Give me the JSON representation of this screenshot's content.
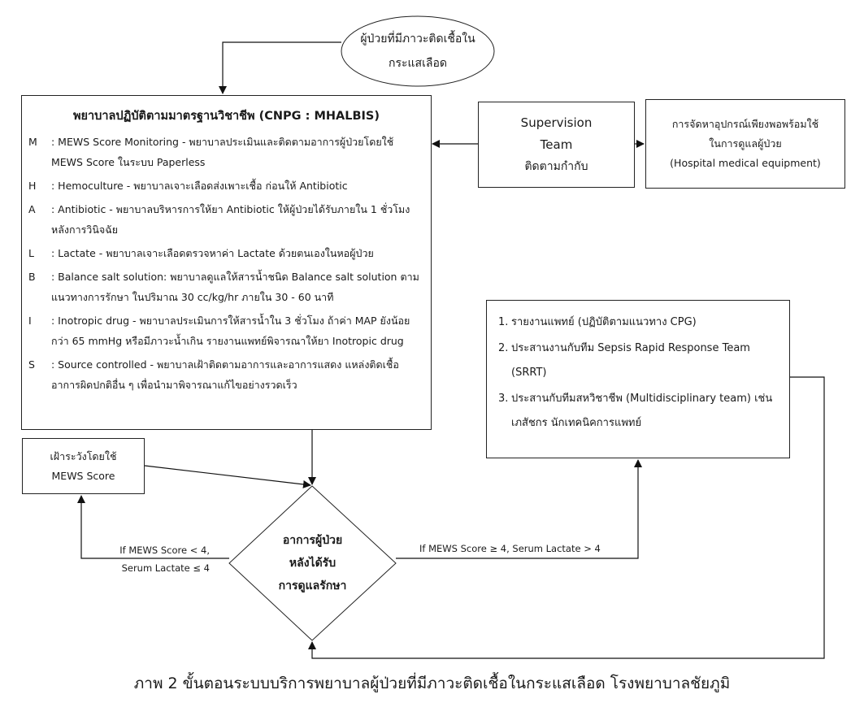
{
  "start": {
    "lines": [
      "ผู้ป่วยที่มีภาวะติดเชื้อใน",
      "กระแสเลือด"
    ]
  },
  "standards": {
    "title": "พยาบาลปฏิบัติตามมาตรฐานวิชาชีพ  (CNPG : MHALBIS)",
    "items": [
      {
        "key": "M",
        "text": ": MEWS Score Monitoring - พยาบาลประเมินและติดตามอาการผู้ป่วยโดยใช้ MEWS Score ในระบบ Paperless"
      },
      {
        "key": "H",
        "text": ": Hemoculture - พยาบาลเจาะเลือดส่งเพาะเชื้อ ก่อนให้ Antibiotic"
      },
      {
        "key": "A",
        "text": ": Antibiotic - พยาบาลบริหารการให้ยา Antibiotic ให้ผู้ป่วยได้รับภายใน 1 ชั่วโมงหลังการวินิจฉัย"
      },
      {
        "key": "L",
        "text": ": Lactate - พยาบาลเจาะเลือดตรวจหาค่า Lactate ด้วยตนเองในหอผู้ป่วย"
      },
      {
        "key": "B",
        "text": ": Balance salt solution: พยาบาลดูแลให้สารน้ำชนิด Balance salt solution ตามแนวทางการรักษา ในปริมาณ 30 cc/kg/hr ภายใน 30 - 60 นาที"
      },
      {
        "key": "I",
        "text": ": Inotropic drug - พยาบาลประเมินการให้สารน้ำใน 3 ชั่วโมง ถ้าค่า MAP ยังน้อยกว่า 65 mmHg หรือมีภาวะน้ำเกิน รายงานแพทย์พิจารณาให้ยา Inotropic drug"
      },
      {
        "key": "S",
        "text": ": Source controlled - พยาบาลเฝ้าติดตามอาการและอาการแสดง แหล่งติดเชื้อ อาการผิดปกติอื่น ๆ เพื่อนำมาพิจารณาแก้ไขอย่างรวดเร็ว"
      }
    ]
  },
  "supervision": {
    "title_line1": "Supervision",
    "title_line2": "Team",
    "subtitle": "ติดตามกำกับ"
  },
  "equipment": {
    "lines": [
      "การจัดหาอุปกรณ์เพียงพอพร้อมใช้",
      "ในการดูแลผู้ป่วย",
      "(Hospital medical equipment)"
    ]
  },
  "actions": {
    "items": [
      {
        "num": "1.",
        "text": "รายงานแพทย์ (ปฏิบัติตามแนวทาง CPG)"
      },
      {
        "num": "2.",
        "text": "ประสานงานกับทีม Sepsis Rapid Response Team (SRRT)"
      },
      {
        "num": "3.",
        "text": "ประสานกับทีมสหวิชาชีพ (Multidisciplinary team) เช่น เภสัชกร นักเทคนิคการแพทย์"
      }
    ]
  },
  "monitor": {
    "lines": [
      "เฝ้าระวังโดยใช้",
      "MEWS Score"
    ]
  },
  "decision": {
    "lines": [
      "อาการผู้ป่วย",
      "หลังได้รับ",
      "การดูแลรักษา"
    ]
  },
  "edges": {
    "low_line1": "If MEWS Score < 4,",
    "low_line2": "Serum Lactate ≤ 4",
    "high": "If MEWS Score ≥ 4, Serum Lactate > 4"
  },
  "caption": "ภาพ 2 ขั้นตอนระบบบริการพยาบาลผู้ป่วยที่มีภาวะติดเชื้อในกระแสเลือด โรงพยาบาลชัยภูมิ"
}
